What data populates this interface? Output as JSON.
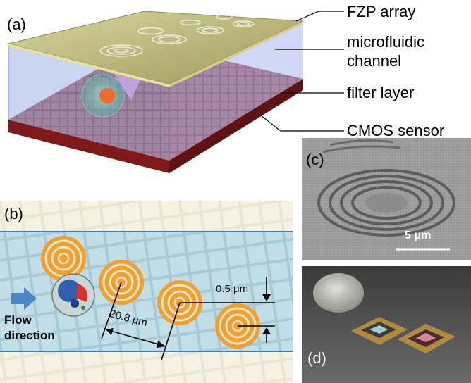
{
  "figure": {
    "panels": {
      "a": {
        "label": "(a)",
        "callouts": {
          "fzp_array": "FZP array",
          "microfluidic_line1": "microfluidic",
          "microfluidic_line2": "channel",
          "filter_layer": "filter layer",
          "cmos_sensor": "CMOS sensor"
        }
      },
      "b": {
        "label": "(b)",
        "spacing_label": "20.8 μm",
        "offset_label": "0.5 μm",
        "flow_label_line1": "Flow",
        "flow_label_line2": "direction"
      },
      "c": {
        "label": "(c)",
        "scale_label": "5 μm"
      },
      "d": {
        "label": "(d)"
      }
    },
    "colors": {
      "lens_orange": "#f0a030",
      "channel_blue": "#bcd9e6",
      "channel_edge": "#3a7ec4",
      "sensor_red": "#8c1f1f",
      "fzp_gold": "#b9b978",
      "cone_violet": "#c6a8e8",
      "flow_arrow": "#4e86c6"
    }
  }
}
